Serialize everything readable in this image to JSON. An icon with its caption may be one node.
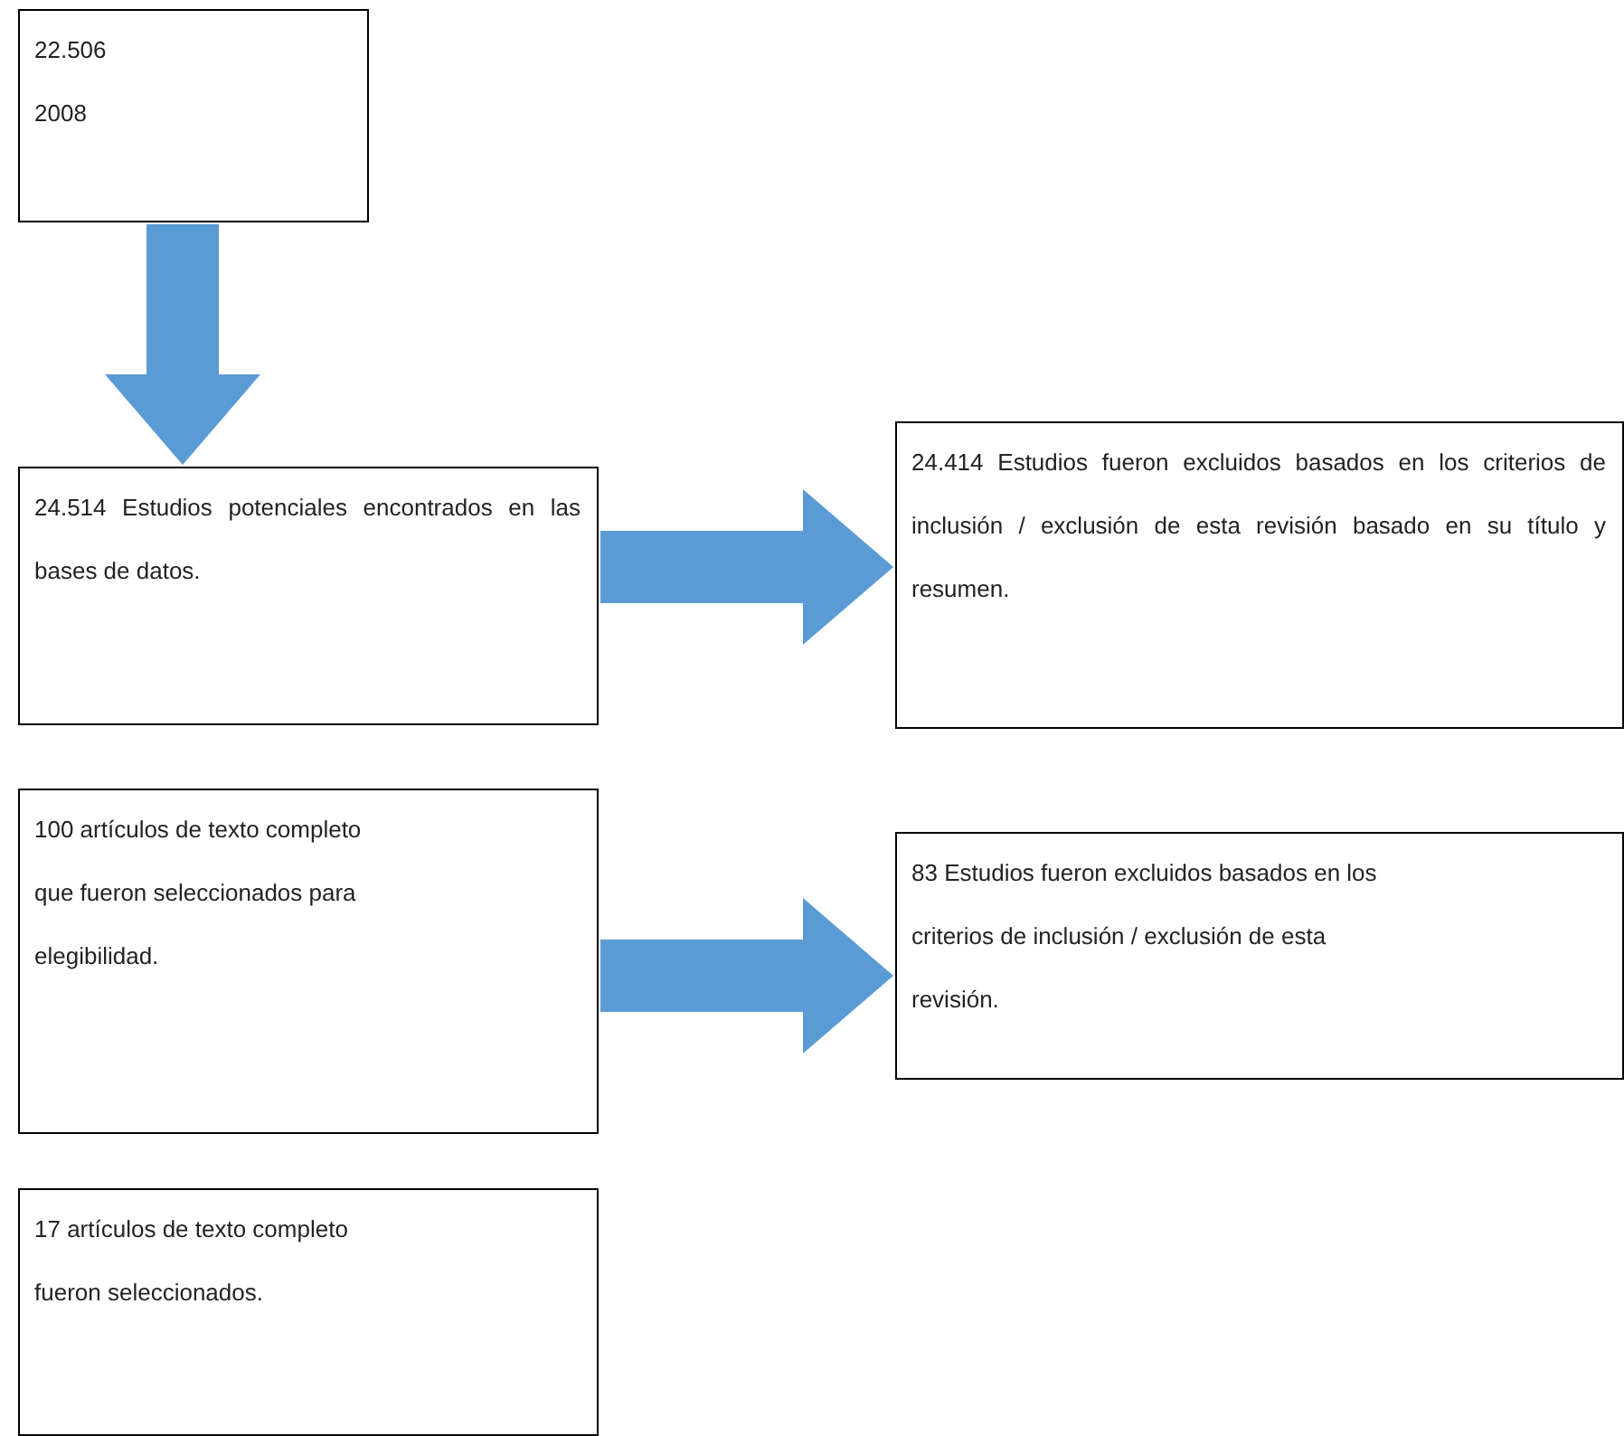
{
  "diagram": {
    "nodes": [
      {
        "text": [
          "22.506",
          "2008"
        ]
      },
      {
        "text": [
          "24.514 Estudios potenciales encontrados en las bases de datos."
        ]
      },
      {
        "text": [
          "24.414 Estudios fueron excluidos basados en los criterios de inclusión / exclusión de esta revisión basado en su título y resumen."
        ]
      },
      {
        "text": [
          "100 artículos de texto completo que fueron seleccionados para elegibilidad."
        ]
      },
      {
        "text": [
          "83 Estudios fueron excluidos basados en los criterios de inclusión / exclusión de esta revisión."
        ]
      },
      {
        "text": [
          "17 artículos de texto completo fueron seleccionados."
        ]
      }
    ],
    "edges": [
      {
        "from": 0,
        "to": 1,
        "arrow": "to"
      },
      {
        "from": 1,
        "to": 2,
        "arrow": "to"
      },
      {
        "from": 3,
        "to": 4,
        "arrow": "to"
      }
    ]
  }
}
